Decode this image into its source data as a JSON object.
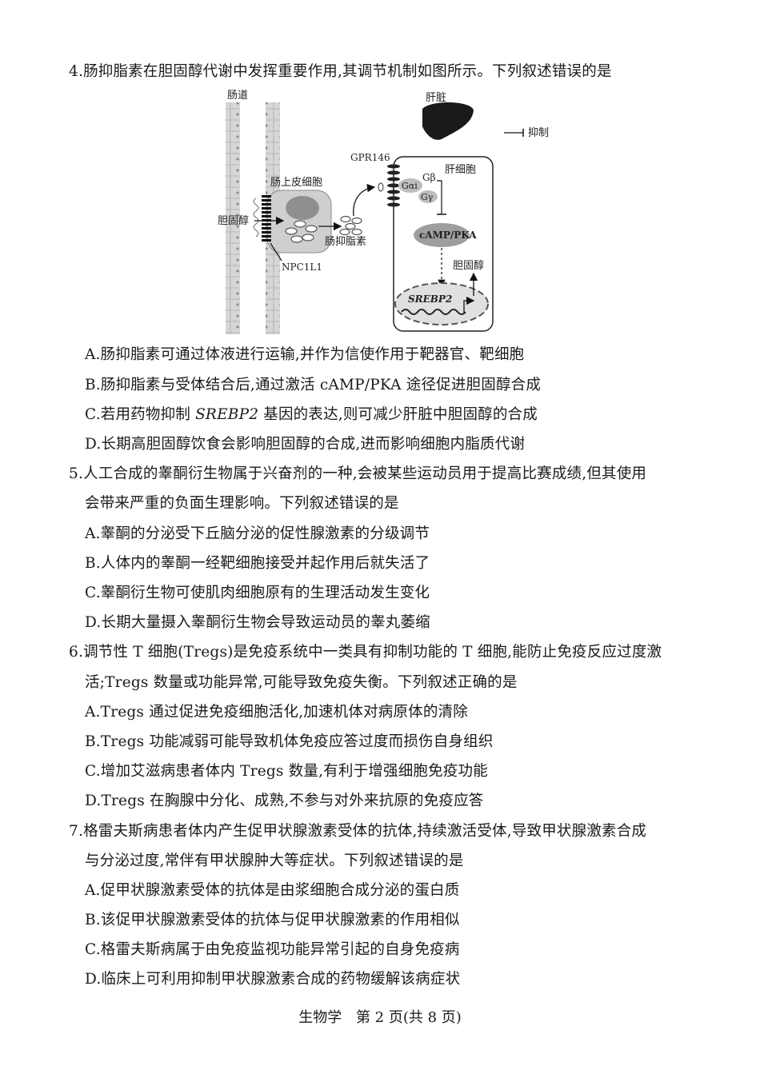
{
  "questions": [
    {
      "number": "4.",
      "stem": [
        "肠抑脂素在胆固醇代谢中发挥重要作用,其调节机制如图所示。下列叙述错误的是"
      ],
      "options": [
        {
          "label": "A.",
          "text": "肠抑脂素可通过体液进行运输,并作为信使作用于靶器官、靶细胞"
        },
        {
          "label": "B.",
          "text": "肠抑脂素与受体结合后,通过激活 cAMP/PKA 途径促进胆固醇合成"
        },
        {
          "label": "C.",
          "text_pre": "若用药物抑制 ",
          "text_italic": "SREBP2",
          "text_post": " 基因的表达,则可减少肝脏中胆固醇的合成"
        },
        {
          "label": "D.",
          "text": "长期高胆固醇饮食会影响胆固醇的合成,进而影响细胞内脂质代谢"
        }
      ]
    },
    {
      "number": "5.",
      "stem": [
        "人工合成的睾酮衍生物属于兴奋剂的一种,会被某些运动员用于提高比赛成绩,但其使用",
        "会带来严重的负面生理影响。下列叙述错误的是"
      ],
      "options": [
        {
          "label": "A.",
          "text": "睾酮的分泌受下丘脑分泌的促性腺激素的分级调节"
        },
        {
          "label": "B.",
          "text": "人体内的睾酮一经靶细胞接受并起作用后就失活了"
        },
        {
          "label": "C.",
          "text": "睾酮衍生物可使肌肉细胞原有的生理活动发生变化"
        },
        {
          "label": "D.",
          "text": "长期大量摄入睾酮衍生物会导致运动员的睾丸萎缩"
        }
      ]
    },
    {
      "number": "6.",
      "stem": [
        "调节性 T 细胞(Tregs)是免疫系统中一类具有抑制功能的 T 细胞,能防止免疫反应过度激",
        "活;Tregs 数量或功能异常,可能导致免疫失衡。下列叙述正确的是"
      ],
      "options": [
        {
          "label": "A.",
          "text": "Tregs 通过促进免疫细胞活化,加速机体对病原体的清除"
        },
        {
          "label": "B.",
          "text": "Tregs 功能减弱可能导致机体免疫应答过度而损伤自身组织"
        },
        {
          "label": "C.",
          "text": "增加艾滋病患者体内 Tregs 数量,有利于增强细胞免疫功能"
        },
        {
          "label": "D.",
          "text": "Tregs 在胸腺中分化、成熟,不参与对外来抗原的免疫应答"
        }
      ]
    },
    {
      "number": "7.",
      "stem": [
        "格雷夫斯病患者体内产生促甲状腺激素受体的抗体,持续激活受体,导致甲状腺激素合成",
        "与分泌过度,常伴有甲状腺肿大等症状。下列叙述错误的是"
      ],
      "options": [
        {
          "label": "A.",
          "text": "促甲状腺激素受体的抗体是由浆细胞合成分泌的蛋白质"
        },
        {
          "label": "B.",
          "text": "该促甲状腺激素受体的抗体与促甲状腺激素的作用相似"
        },
        {
          "label": "C.",
          "text": "格雷夫斯病属于由免疫监视功能异常引起的自身免疫病"
        },
        {
          "label": "D.",
          "text": "临床上可利用抑制甲状腺激素合成的药物缓解该病症状"
        }
      ]
    }
  ],
  "figure": {
    "labels": {
      "intestine": "肠道",
      "liver": "肝脏",
      "legend_inhibit": "抑制",
      "gpr146": "GPR146",
      "hepatocyte": "肝细胞",
      "epithelial_cell": "肠上皮细胞",
      "cholesterol_in": "胆固醇",
      "enterostatin": "肠抑脂素",
      "npc1l1": "NPC1L1",
      "g_beta": "Gβ",
      "g_alpha_i": "Gαi",
      "g_gamma": "Gγ",
      "camp_pka": "cAMP/PKA",
      "cholesterol_out": "胆固醇",
      "srebp2": "SREBP2"
    }
  },
  "footer": {
    "subject": "生物学",
    "page": "第 2 页(共 8 页)"
  }
}
